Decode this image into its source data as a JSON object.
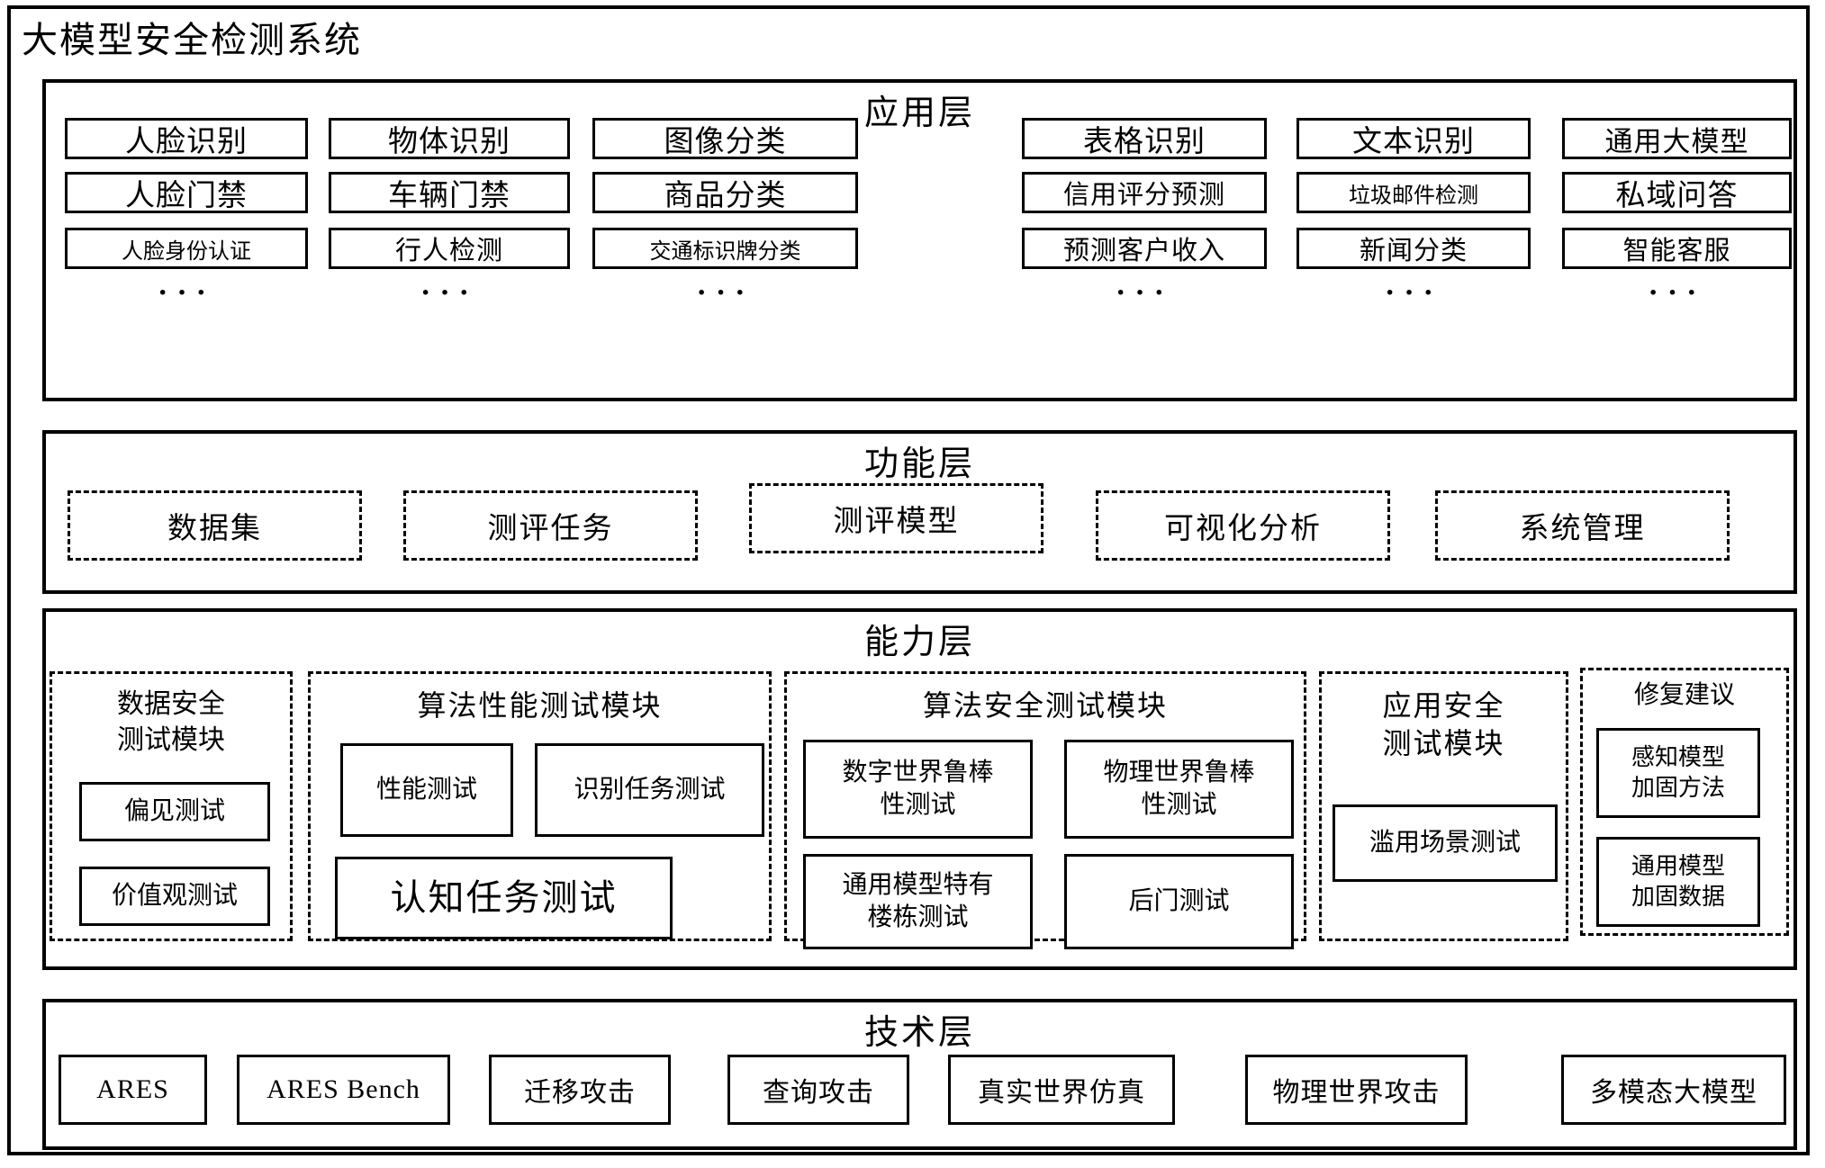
{
  "title": "大模型安全检测系统",
  "app": {
    "label": "应用层",
    "ellipsis": "···",
    "columns": [
      {
        "items": [
          "人脸识别",
          "人脸门禁",
          "人脸身份认证"
        ]
      },
      {
        "items": [
          "物体识别",
          "车辆门禁",
          "行人检测"
        ]
      },
      {
        "items": [
          "图像分类",
          "商品分类",
          "交通标识牌分类"
        ]
      },
      {
        "items": [
          "表格识别",
          "信用评分预测",
          "预测客户收入"
        ]
      },
      {
        "items": [
          "文本识别",
          "垃圾邮件检测",
          "新闻分类"
        ]
      },
      {
        "items": [
          "通用大模型",
          "私域问答",
          "智能客服"
        ]
      }
    ]
  },
  "func": {
    "label": "功能层",
    "items": [
      "数据集",
      "测评任务",
      "测评模型",
      "可视化分析",
      "系统管理"
    ]
  },
  "cap": {
    "label": "能力层",
    "modules": [
      {
        "title": [
          "数据安全",
          "测试模块"
        ],
        "boxes": [
          "偏见测试",
          "价值观测试"
        ]
      },
      {
        "title": "算法性能测试模块",
        "boxes": [
          "性能测试",
          "识别任务测试",
          "认知任务测试"
        ]
      },
      {
        "title": "算法安全测试模块",
        "boxes": [
          [
            "数字世界鲁棒",
            "性测试"
          ],
          [
            "物理世界鲁棒",
            "性测试"
          ],
          [
            "通用模型特有",
            "楼栋测试"
          ],
          "后门测试"
        ]
      },
      {
        "title": [
          "应用安全",
          "测试模块"
        ],
        "boxes": [
          "滥用场景测试"
        ]
      },
      {
        "title": "修复建议",
        "boxes": [
          [
            "感知模型",
            "加固方法"
          ],
          [
            "通用模型",
            "加固数据"
          ]
        ]
      }
    ]
  },
  "tech": {
    "label": "技术层",
    "items": [
      "ARES",
      "ARES Bench",
      "迁移攻击",
      "查询攻击",
      "真实世界仿真",
      "物理世界攻击",
      "多模态大模型"
    ]
  }
}
